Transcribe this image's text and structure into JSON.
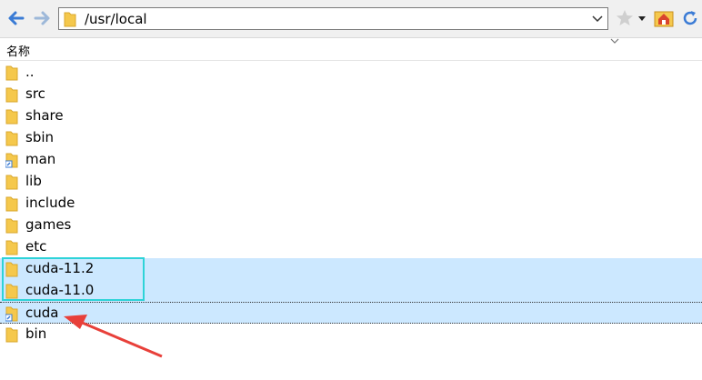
{
  "toolbar": {
    "address_path": "/usr/local"
  },
  "header": {
    "name_column": "名称"
  },
  "files": [
    {
      "name": "..",
      "icon": "folder-icon",
      "selected": false
    },
    {
      "name": "src",
      "icon": "folder-icon",
      "selected": false
    },
    {
      "name": "share",
      "icon": "folder-icon",
      "selected": false
    },
    {
      "name": "sbin",
      "icon": "folder-icon",
      "selected": false
    },
    {
      "name": "man",
      "icon": "folder-link-icon",
      "selected": false
    },
    {
      "name": "lib",
      "icon": "folder-icon",
      "selected": false
    },
    {
      "name": "include",
      "icon": "folder-icon",
      "selected": false
    },
    {
      "name": "games",
      "icon": "folder-icon",
      "selected": false
    },
    {
      "name": "etc",
      "icon": "folder-icon",
      "selected": false
    },
    {
      "name": "cuda-11.2",
      "icon": "folder-icon",
      "selected": true
    },
    {
      "name": "cuda-11.0",
      "icon": "folder-icon",
      "selected": true
    },
    {
      "name": "cuda",
      "icon": "folder-link-icon",
      "selected": true
    },
    {
      "name": "bin",
      "icon": "folder-icon",
      "selected": false
    }
  ],
  "colors": {
    "selection": "#cce8ff",
    "highlight_box": "#2ed3d8",
    "arrow": "#e8403a",
    "folder": "#f5c84c"
  }
}
